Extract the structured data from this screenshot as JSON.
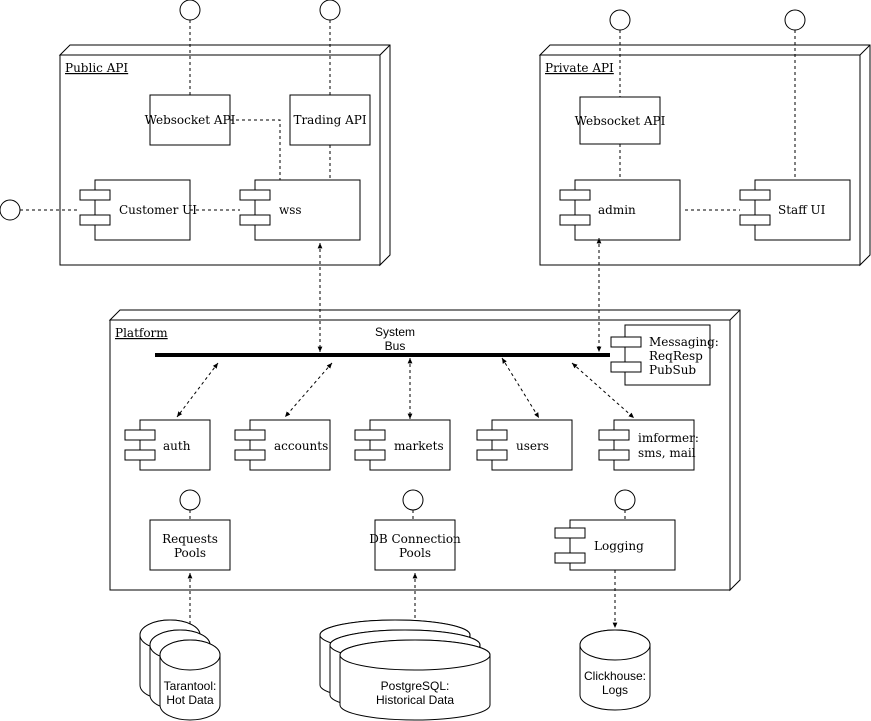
{
  "public_api": {
    "title": "Public API",
    "websocket_api": "Websocket API",
    "trading_api": "Trading API",
    "customer_ui": "Customer UI",
    "wss": "wss"
  },
  "private_api": {
    "title": "Private API",
    "websocket_api": "Websocket API",
    "admin": "admin",
    "staff_ui": "Staff UI"
  },
  "platform": {
    "title": "Platform",
    "system_bus_line1": "System",
    "system_bus_line2": "Bus",
    "messaging_line1": "Messaging:",
    "messaging_line2": "ReqResp",
    "messaging_line3": "PubSub",
    "auth": "auth",
    "accounts": "accounts",
    "markets": "markets",
    "users": "users",
    "informer_line1": "imformer:",
    "informer_line2": "sms, mail",
    "requests_pools_line1": "Requests",
    "requests_pools_line2": "Pools",
    "db_pools_line1": "DB Connection",
    "db_pools_line2": "Pools",
    "logging": "Logging"
  },
  "storage": {
    "tarantool_line1": "Tarantool:",
    "tarantool_line2": "Hot Data",
    "postgres_line1": "PostgreSQL:",
    "postgres_line2": "Historical Data",
    "clickhouse_line1": "Clickhouse:",
    "clickhouse_line2": "Logs"
  },
  "colors": {
    "stroke": "#000000",
    "fill": "#ffffff"
  }
}
